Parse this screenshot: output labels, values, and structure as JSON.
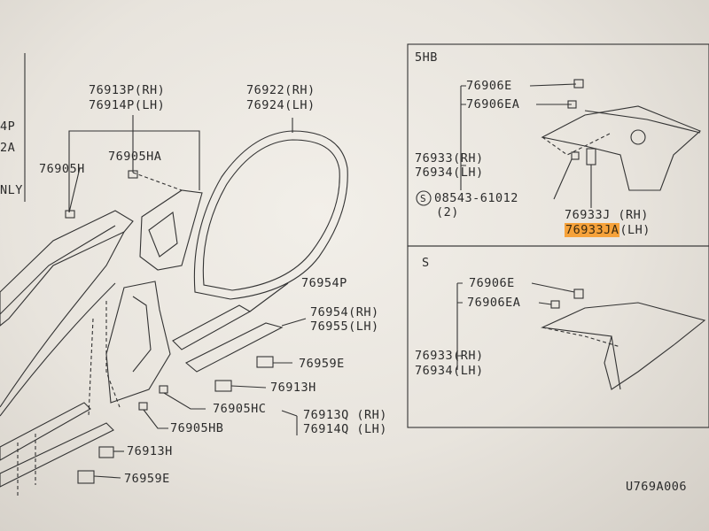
{
  "left_edge": {
    "l1": "4P",
    "l2": "2A",
    "l3": "NLY"
  },
  "main": {
    "p76913p": "76913P(RH)",
    "p76914p": "76914P(LH)",
    "p76905ha": "76905HA",
    "p76905h": "76905H",
    "p76922": "76922(RH)",
    "p76924": "76924(LH)",
    "p76954p": "76954P",
    "p76954": "76954(RH)",
    "p76955": "76955(LH)",
    "p76959e_a": "76959E",
    "p76913h_a": "76913H",
    "p76905hc": "76905HC",
    "p76913q": "76913Q (RH)",
    "p76914q": "76914Q (LH)",
    "p76905hb": "76905HB",
    "p76913h_b": "76913H",
    "p76959e_b": "76959E"
  },
  "panel_5hb": {
    "title": "5HB",
    "p76906e": "76906E",
    "p76906ea": "76906EA",
    "p76933": "76933(RH)",
    "p76934": "76934(LH)",
    "screw_symbol": "S",
    "screw": "08543-61012",
    "screw_qty": "(2)",
    "p76933j": "76933J (RH)",
    "p76933ja": "76933JA",
    "p76933ja_suffix": "(LH)"
  },
  "panel_s": {
    "title": "S",
    "p76906e": "76906E",
    "p76906ea": "76906EA",
    "p76933": "76933(RH)",
    "p76934": "76934(LH)"
  },
  "figure_code": "U769A006",
  "colors": {
    "paper": "#ece8e1",
    "ink": "#2b2b2b",
    "highlight": "#f6a23a"
  }
}
